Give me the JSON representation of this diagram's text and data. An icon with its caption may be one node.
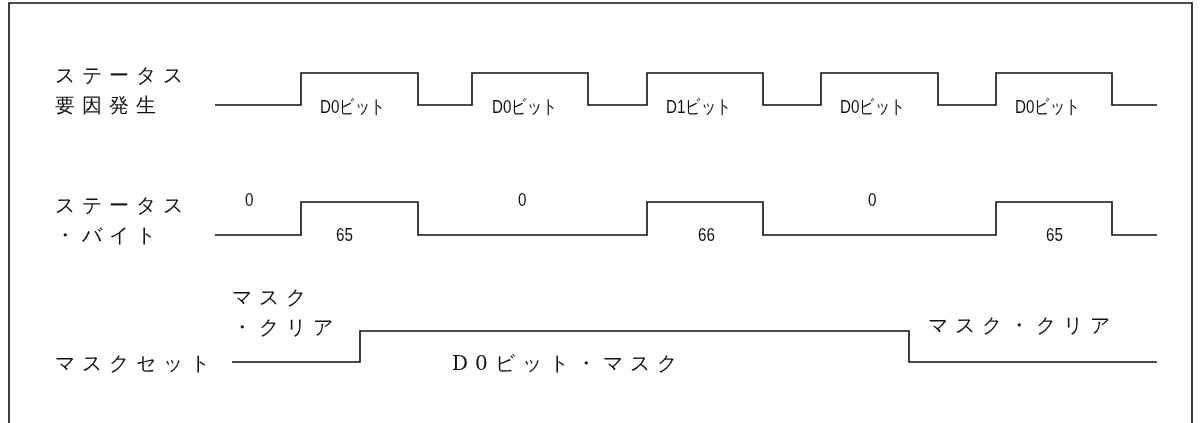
{
  "diagram": {
    "labels": [
      "ステータス要因発生",
      "D0ビット",
      "D0ビット",
      "D1ビット",
      "D0ビット",
      "D0ビット",
      "ステータス・バイト",
      "0",
      "65",
      "0",
      "66",
      "0",
      "65",
      "マスク・クリア",
      "マスクセット",
      "D0ビット・マスク",
      "マスク・クリア"
    ]
  }
}
